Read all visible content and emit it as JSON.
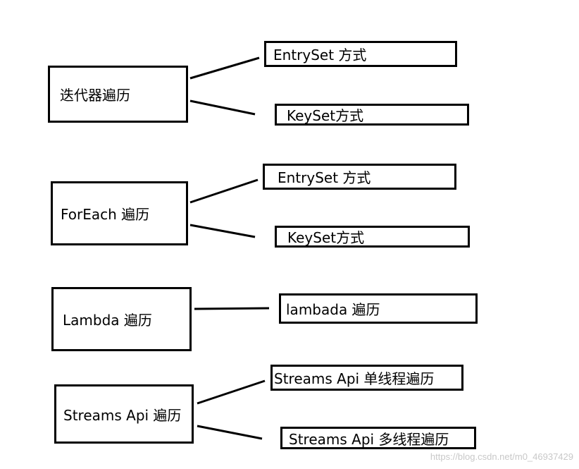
{
  "groups": [
    {
      "label": "迭代器遍历",
      "children": [
        "EntrySet 方式",
        "KeySet方式"
      ]
    },
    {
      "label": "ForEach 遍历",
      "children": [
        "EntrySet 方式",
        "KeySet方式"
      ]
    },
    {
      "label": "Lambda 遍历",
      "children": [
        "lambada 遍历"
      ]
    },
    {
      "label": "Streams Api 遍历",
      "children": [
        "Streams Api 单线程遍历",
        "Streams Api 多线程遍历"
      ]
    }
  ],
  "watermark": "https://blog.csdn.net/m0_46937429"
}
